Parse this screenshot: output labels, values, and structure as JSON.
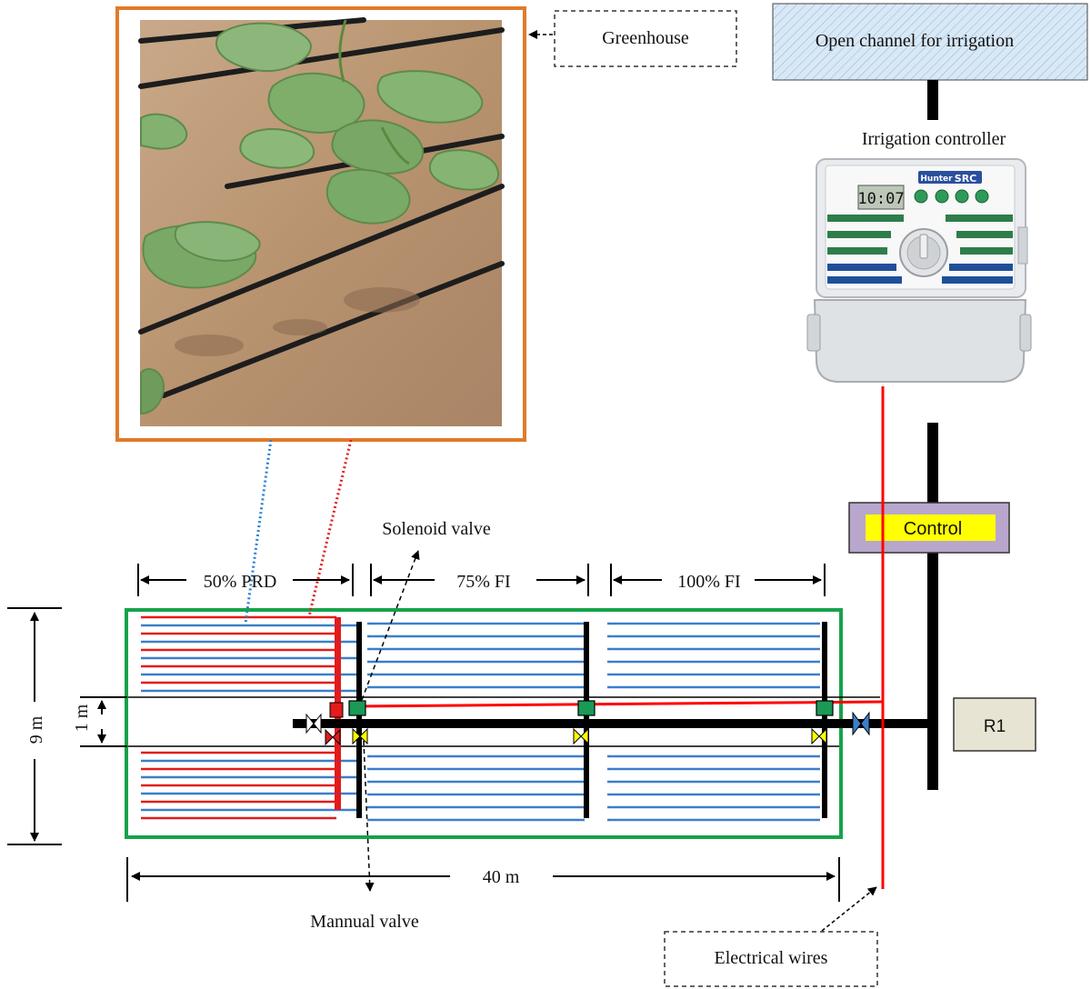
{
  "labels": {
    "greenhouse": "Greenhouse",
    "open_channel": "Open channel for irrigation",
    "irrigation_controller": "Irrigation controller",
    "control": "Control",
    "solenoid_valve": "Solenoid valve",
    "manual_valve": "Mannual valve",
    "electrical_wires": "Electrical wires",
    "r1": "R1"
  },
  "treatments": [
    "50% PRD",
    "75% FI",
    "100% FI"
  ],
  "dimensions": {
    "height": "9 m",
    "path_width": "1 m",
    "length": "40 m"
  },
  "device": {
    "brand": "Hunter",
    "model": "SRC",
    "clock": "10:07"
  },
  "colors": {
    "field_border": "#16a34a",
    "photo_frame": "#e07b2a",
    "prd_lines": "#e31b1b",
    "fi_lines": "#3b7fc9",
    "main_pipe": "#000000",
    "wire": "#ff0000",
    "control_box": "#b8a6cc",
    "control_label_bg": "#ffff00",
    "r1_box": "#e8e4d4",
    "channel_fill": "#d9e8f5",
    "solenoid": "#1a9a55",
    "valve_yellow": "#ffff00",
    "valve_blue": "#3b7fc9"
  }
}
